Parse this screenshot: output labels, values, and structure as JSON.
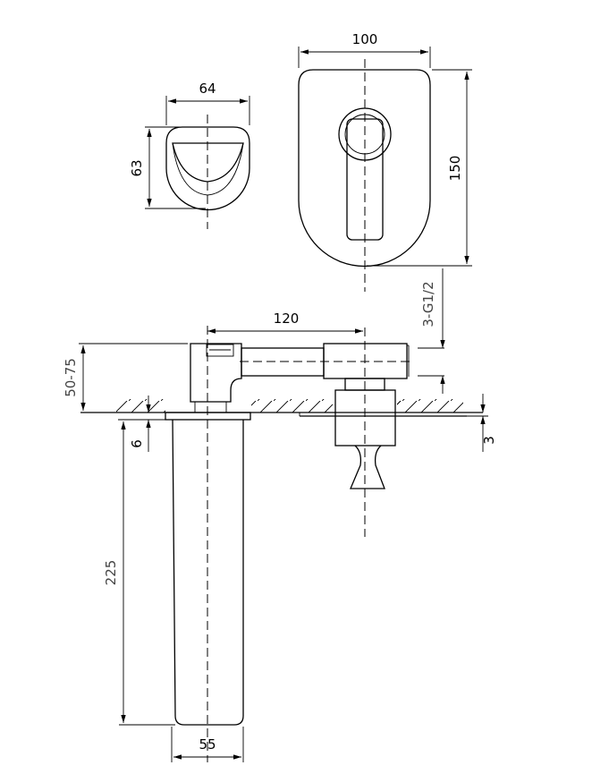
{
  "dimensions": {
    "spout_width": "64",
    "spout_height": "63",
    "plate_width": "100",
    "plate_height": "150",
    "spout_reach": "120",
    "thread": "3-G1/2",
    "wall_range": "50-75",
    "flange_thickness": "6",
    "plate_thickness": "3",
    "spout_depth": "225",
    "spout_body_width": "55"
  }
}
